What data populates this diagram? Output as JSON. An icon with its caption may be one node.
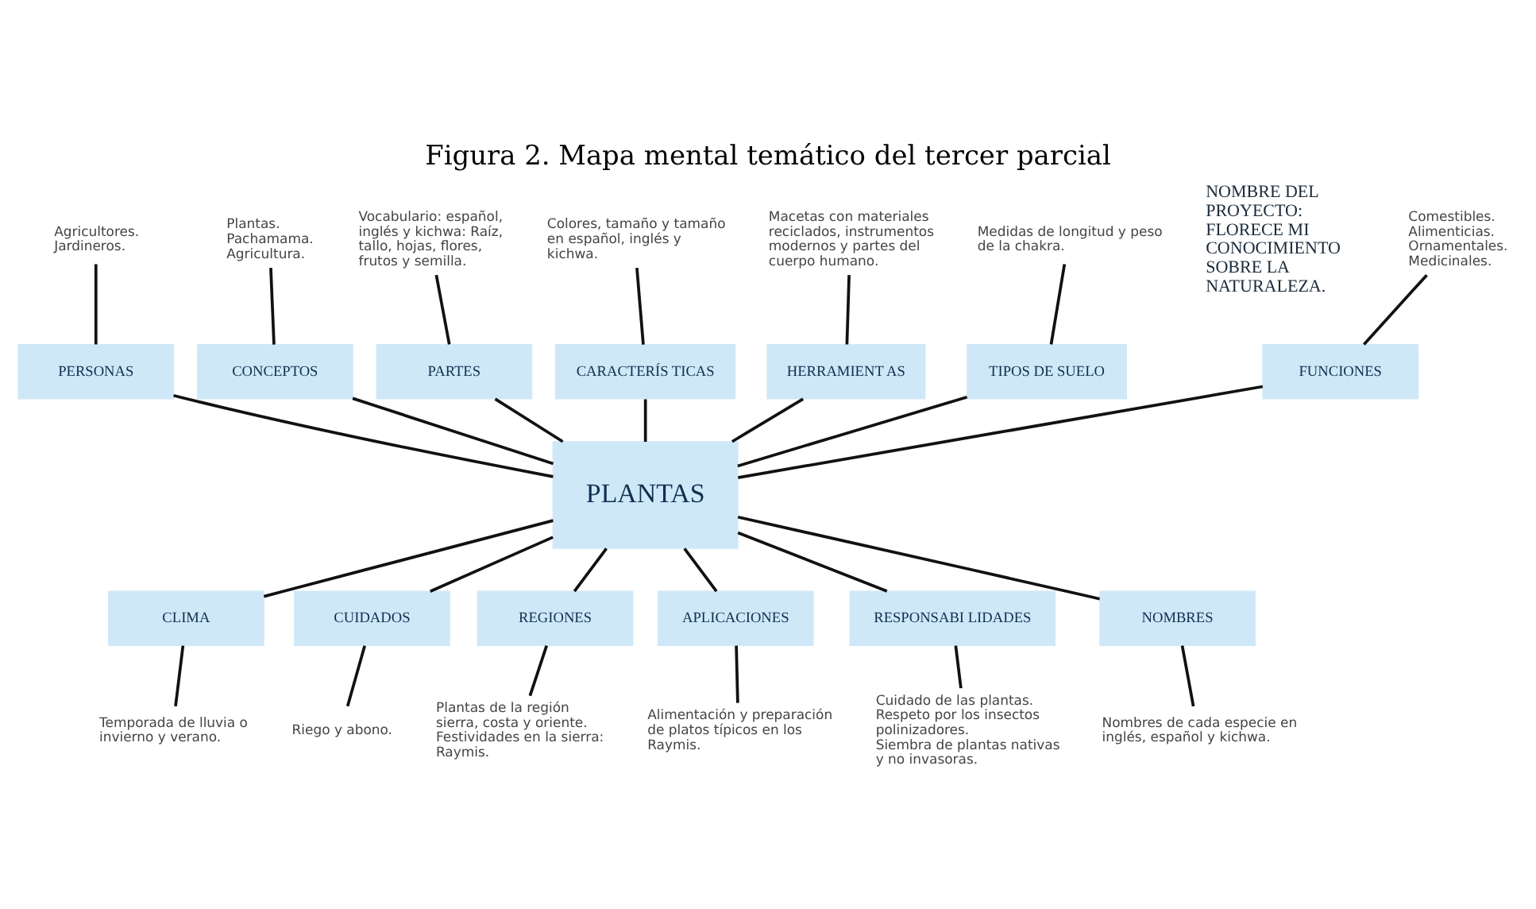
{
  "diagram": {
    "title": "Figura 2. Mapa mental temático del tercer parcial",
    "nodes": [
      {
        "text": [
          "Vocabulario: español, inglés y kichwa: Raíz, tallo, hojas, flores, frutos y semilla."
        ]
      },
      {
        "text": [
          "Colores, tamaño y tamaño en español, inglés y kichwa."
        ]
      },
      {
        "text": [
          "Macetas con materiales reciclados, instrumentos modernos y partes del cuerpo humano."
        ]
      },
      {
        "text": [
          "Medidas de longitud y peso de la chakra."
        ]
      },
      {
        "text": [
          "PARTES"
        ]
      },
      {
        "text": [
          "CARACTERÍS TICAS"
        ]
      },
      {
        "text": [
          "HERRAMIENT AS"
        ]
      },
      {
        "text": [
          "TIPOS DE SUELO"
        ]
      },
      {
        "text": [
          "Comestibles.",
          "Alimenticias.",
          "Ornamentales.",
          "Medicinales."
        ]
      },
      {
        "text": [
          "FUNCIONES"
        ]
      },
      {
        "text": [
          "Agricultores.",
          "Jardineros."
        ]
      },
      {
        "text": [
          "PERSONAS"
        ]
      },
      {
        "text": [
          "PLANTAS"
        ]
      },
      {
        "text": [
          "Plantas.",
          "Pachamama.",
          "Agricultura."
        ]
      },
      {
        "text": [
          "CONCEPTOS"
        ]
      },
      {
        "text": [
          "CLIMA"
        ]
      },
      {
        "text": [
          "Temporada de lluvia o invierno y verano."
        ]
      },
      {
        "text": [
          "CUIDADOS"
        ]
      },
      {
        "text": [
          "Riego y abono."
        ]
      },
      {
        "text": [
          "REGIONES"
        ]
      },
      {
        "text": [
          "Plantas de la región sierra, costa y oriente.",
          "Festividades en la sierra: Raymis."
        ]
      },
      {
        "text": [
          "APLICACIONES"
        ]
      },
      {
        "text": [
          "RESPONSABI LIDADES"
        ]
      },
      {
        "text": [
          "NOMBRES"
        ]
      },
      {
        "text": [
          "Alimentación y preparación de platos típicos en los Raymis."
        ]
      },
      {
        "text": [
          "Cuidado de las plantas.",
          "Respeto por los insectos polinizadores.",
          "Siembra de plantas nativas y no invasoras."
        ]
      },
      {
        "text": [
          "Nombres de cada especie en inglés, español y kichwa."
        ]
      }
    ],
    "edges": [
      {
        "from": 0,
        "to": 4,
        "arrow": "none"
      },
      {
        "from": 1,
        "to": 5,
        "arrow": "none"
      },
      {
        "from": 2,
        "to": 6,
        "arrow": "none"
      },
      {
        "from": 3,
        "to": 7,
        "arrow": "none"
      },
      {
        "from": 4,
        "to": 12,
        "arrow": "none"
      },
      {
        "from": 5,
        "to": 12,
        "arrow": "none"
      },
      {
        "from": 6,
        "to": 12,
        "arrow": "none"
      },
      {
        "from": 7,
        "to": 12,
        "arrow": "none"
      },
      {
        "from": 8,
        "to": 9,
        "arrow": "none"
      },
      {
        "from": 9,
        "to": 12,
        "arrow": "none"
      },
      {
        "from": 10,
        "to": 11,
        "arrow": "none"
      },
      {
        "from": 11,
        "to": 12,
        "arrow": "none"
      },
      {
        "from": 13,
        "to": 14,
        "arrow": "none"
      },
      {
        "from": 14,
        "to": 12,
        "arrow": "none"
      },
      {
        "from": 12,
        "to": 15,
        "arrow": "none"
      },
      {
        "from": 15,
        "to": 16,
        "arrow": "none"
      },
      {
        "from": 12,
        "to": 17,
        "arrow": "none"
      },
      {
        "from": 17,
        "to": 18,
        "arrow": "none"
      },
      {
        "from": 12,
        "to": 19,
        "arrow": "none"
      },
      {
        "from": 19,
        "to": 20,
        "arrow": "none"
      },
      {
        "from": 12,
        "to": 21,
        "arrow": "none"
      },
      {
        "from": 12,
        "to": 22,
        "arrow": "none"
      },
      {
        "from": 12,
        "to": 23,
        "arrow": "none"
      },
      {
        "from": 21,
        "to": 24,
        "arrow": "none"
      },
      {
        "from": 22,
        "to": 25,
        "arrow": "none"
      },
      {
        "from": 23,
        "to": 26,
        "arrow": "none"
      }
    ],
    "labels": [
      "NOMBRE DEL PROYECTO: FLORECE MI CONOCIMIENTO SOBRE LA NATURALEZA."
    ]
  }
}
